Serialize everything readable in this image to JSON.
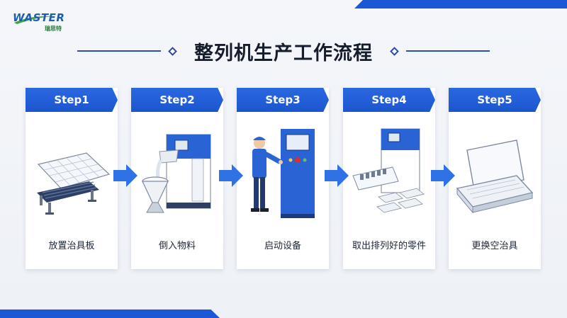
{
  "brand": {
    "logo_text": "WASTER",
    "logo_subtext": "瑞思特",
    "color": "#1b5fb5",
    "sub_color": "#2c7a3f"
  },
  "title": "整列机生产工作流程",
  "accent_color": "#1c56cf",
  "steps": [
    {
      "header": "Step1",
      "label": "放置治具板",
      "icon": "fixture-board-icon"
    },
    {
      "header": "Step2",
      "label": "倒入物料",
      "icon": "pour-material-icon"
    },
    {
      "header": "Step3",
      "label": "启动设备",
      "icon": "start-machine-icon"
    },
    {
      "header": "Step4",
      "label": "取出排列好的零件",
      "icon": "sorted-parts-icon"
    },
    {
      "header": "Step5",
      "label": "更换空治具",
      "icon": "empty-fixture-icon"
    }
  ]
}
